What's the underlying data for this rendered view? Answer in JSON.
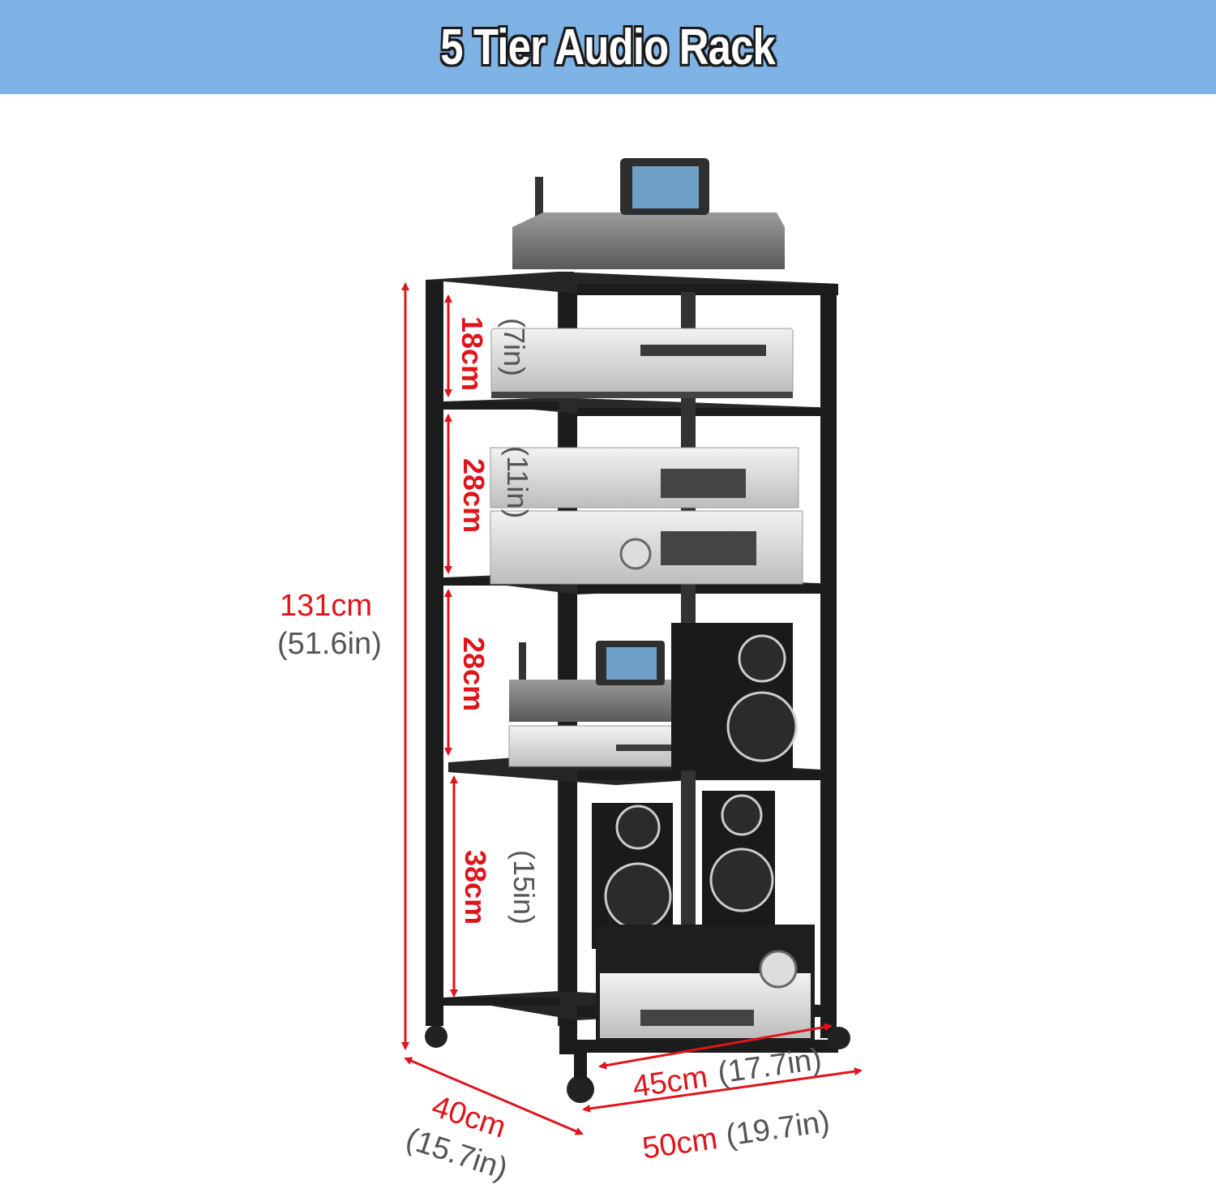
{
  "title": "5 Tier Audio Rack",
  "dimensions": {
    "height_cm": "131cm",
    "height_in": "(51.6in)",
    "tier1_cm": "18cm",
    "tier1_in": "(7in)",
    "tier2_cm": "28cm",
    "tier2_in": "(11in)",
    "tier3_cm": "28cm",
    "tier4_cm": "38cm",
    "tier4_in": "(15in)",
    "depth_cm": "40cm",
    "depth_in": "(15.7in)",
    "inner_width_cm": "45cm",
    "inner_width_in": "(17.7in)",
    "outer_width_cm": "50cm",
    "outer_width_in": "(19.7in)"
  },
  "colors": {
    "banner": "#7fb2e5",
    "frame": "#1c1c1c",
    "arrow": "#e0141b",
    "inch_text": "#555555"
  }
}
